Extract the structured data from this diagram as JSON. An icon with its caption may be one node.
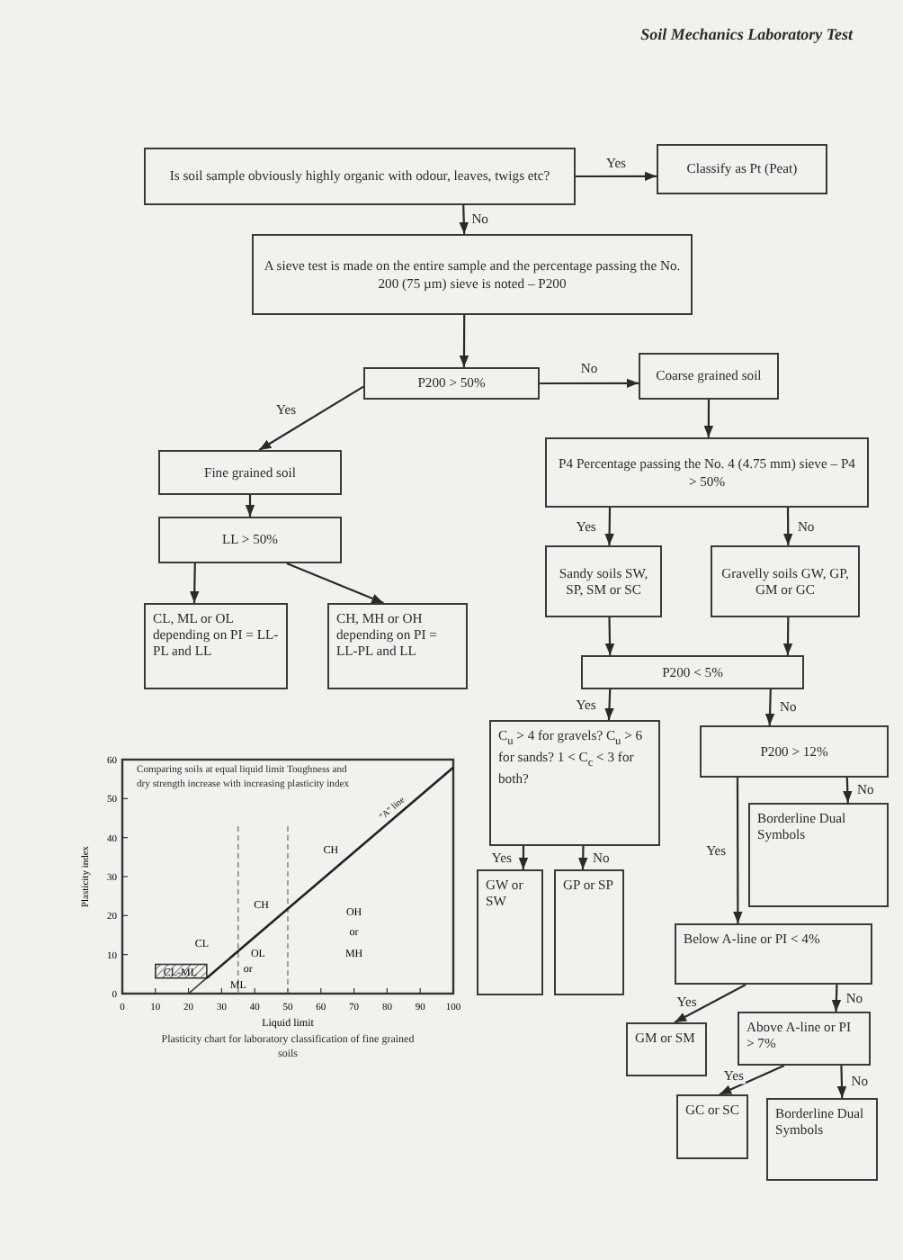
{
  "diagram": {
    "title": "Soil Mechanics Laboratory Test",
    "nodes": [
      {
        "text": [
          "Is soil sample obviously highly organic with odour, leaves, twigs etc?"
        ]
      },
      {
        "text": [
          "Classify as Pt (Peat)"
        ]
      },
      {
        "text": [
          "A sieve test is made on the entire sample and the percentage passing the No. 200 (75 µm) sieve is noted – P200"
        ]
      },
      {
        "text": [
          "P200 > 50%"
        ]
      },
      {
        "text": [
          "Coarse grained soil"
        ]
      },
      {
        "text": [
          "Fine grained soil"
        ]
      },
      {
        "text": [
          "P4 Percentage passing the No. 4 (4.75 mm) sieve – P4 > 50%"
        ]
      },
      {
        "text": [
          "LL > 50%"
        ]
      },
      {
        "text": [
          "CL, ML or OL depending on PI = LL-PL and LL"
        ]
      },
      {
        "text": [
          "CH, MH or OH depending on PI = LL-PL and LL"
        ]
      },
      {
        "text": [
          "Sandy soils SW, SP, SM or SC"
        ]
      },
      {
        "text": [
          "Gravelly soils GW, GP, GM or GC"
        ]
      },
      {
        "text": [
          "P200 < 5%"
        ]
      },
      {
        "text": [
          "C$_{u}$ > 4 for gravels? C$_{u}$ > 6 for sands? 1 < C$_{c}$ < 3 for both?"
        ]
      },
      {
        "text": [
          "P200 > 12%"
        ]
      },
      {
        "text": [
          "Borderline Dual Symbols"
        ]
      },
      {
        "text": [
          "GW or SW"
        ]
      },
      {
        "text": [
          "GP or SP"
        ]
      },
      {
        "text": [
          "Below A-line or PI < 4%"
        ]
      },
      {
        "text": [
          "GM or SM"
        ]
      },
      {
        "text": [
          "Above A-line or PI > 7%"
        ]
      },
      {
        "text": [
          "GC or SC"
        ]
      },
      {
        "text": [
          "Borderline Dual Symbols"
        ]
      }
    ],
    "edges": [
      {
        "from": 0,
        "to": 1,
        "arrow": "to",
        "label": "Yes"
      },
      {
        "from": 0,
        "to": 2,
        "arrow": "to",
        "label": "No"
      },
      {
        "from": 2,
        "to": 3,
        "arrow": "to"
      },
      {
        "from": 3,
        "to": 4,
        "arrow": "to",
        "label": "No"
      },
      {
        "from": 3,
        "to": 5,
        "arrow": "to",
        "label": "Yes"
      },
      {
        "from": 4,
        "to": 6,
        "arrow": "to"
      },
      {
        "from": 5,
        "to": 7,
        "arrow": "to"
      },
      {
        "from": 7,
        "to": 8,
        "arrow": "to"
      },
      {
        "from": 7,
        "to": 9,
        "arrow": "to"
      },
      {
        "from": 6,
        "to": 10,
        "arrow": "to",
        "label": "Yes"
      },
      {
        "from": 6,
        "to": 11,
        "arrow": "to",
        "label": "No"
      },
      {
        "from": 10,
        "to": 12,
        "arrow": "to"
      },
      {
        "from": 11,
        "to": 12,
        "arrow": "to"
      },
      {
        "from": 12,
        "to": 13,
        "arrow": "to",
        "label": "Yes"
      },
      {
        "from": 12,
        "to": 14,
        "arrow": "to",
        "label": "No"
      },
      {
        "from": 14,
        "to": 15,
        "arrow": "to",
        "label": "No"
      },
      {
        "from": 14,
        "to": 18,
        "arrow": "to",
        "label": "Yes"
      },
      {
        "from": 13,
        "to": 16,
        "arrow": "to",
        "label": "Yes"
      },
      {
        "from": 13,
        "to": 17,
        "arrow": "to",
        "label": "No"
      },
      {
        "from": 18,
        "to": 19,
        "arrow": "to",
        "label": "Yes"
      },
      {
        "from": 18,
        "to": 20,
        "arrow": "to",
        "label": "No"
      },
      {
        "from": 20,
        "to": 21,
        "arrow": "to",
        "label": "Yes"
      },
      {
        "from": 20,
        "to": 22,
        "arrow": "to",
        "label": "No"
      }
    ],
    "chart_data": {
      "type": "line",
      "title": "Plasticity chart for laboratory classification of fine grained soils",
      "xlabel": "Liquid limit",
      "ylabel": "Plasticity index",
      "x": [
        25.5,
        100
      ],
      "series": [
        {
          "name": "\"A\" line",
          "color": "#222222",
          "values": [
            4,
            58
          ]
        }
      ],
      "xlim": [
        0,
        100
      ],
      "ylim": [
        0,
        60
      ],
      "xticks": [
        0,
        10,
        20,
        30,
        40,
        50,
        60,
        70,
        80,
        90,
        100
      ],
      "yticks": [
        0,
        10,
        20,
        30,
        40,
        50,
        60
      ],
      "annotations": [
        "Comparing soils at equal liquid limit Toughness and dry strength increase with increasing plasticity index",
        "CH",
        "CH",
        "CL",
        "OL",
        "or",
        "ML",
        "OH",
        "or",
        "MH",
        "CL-ML"
      ]
    }
  }
}
